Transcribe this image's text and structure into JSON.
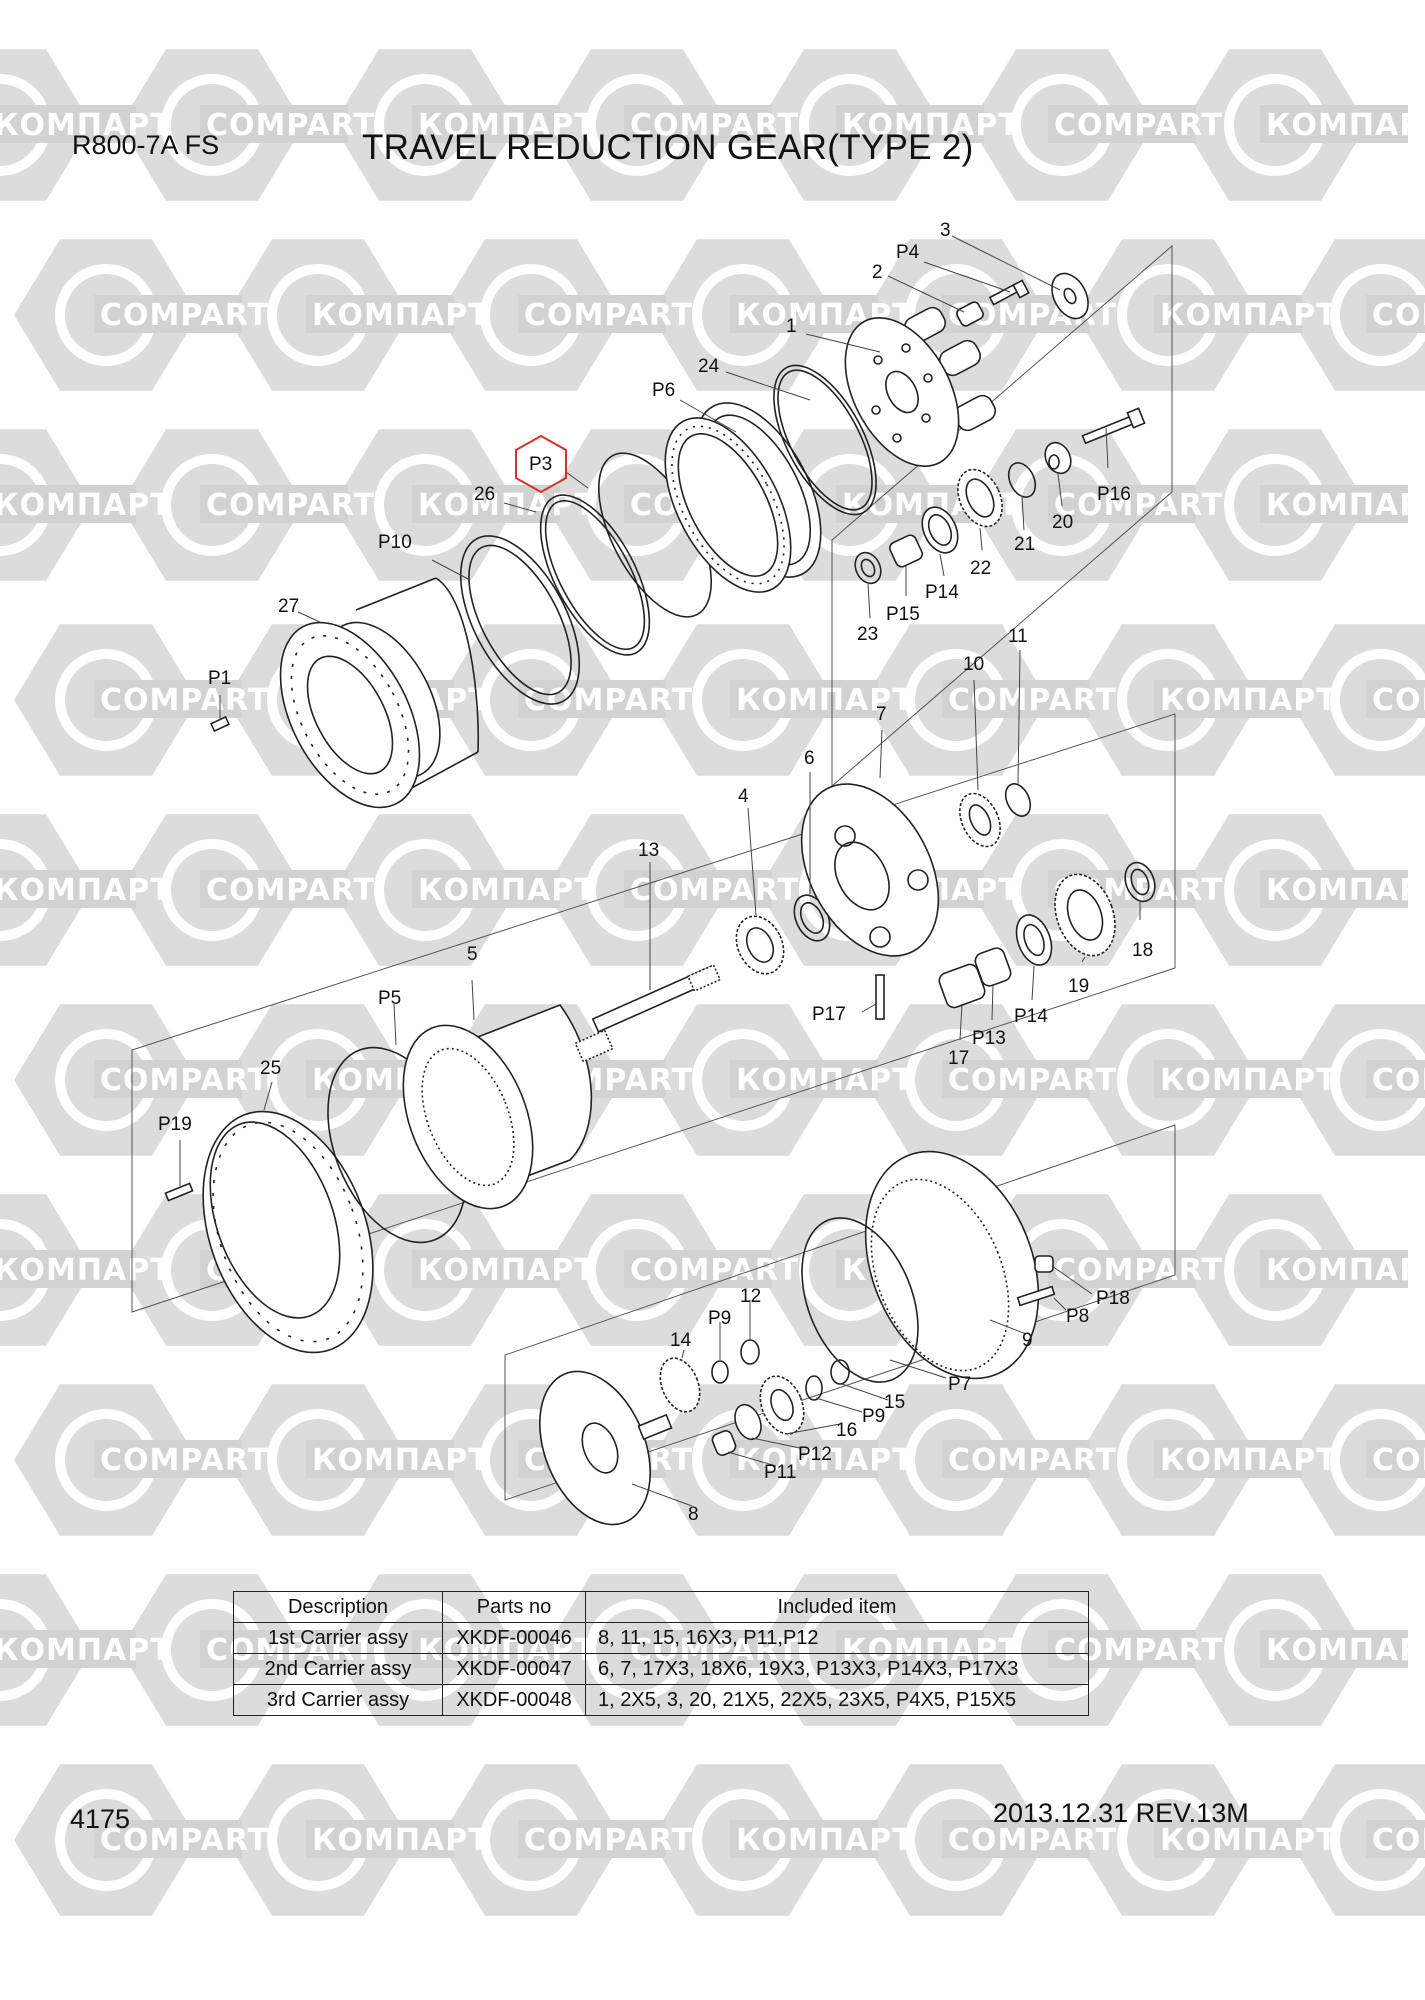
{
  "header": {
    "model": "R800-7A  FS",
    "title": "TRAVEL REDUCTION GEAR(TYPE 2)"
  },
  "footer": {
    "page": "4175",
    "revision": "2013.12.31  REV.13M"
  },
  "watermark": {
    "words": [
      "КОМПАРТ",
      "COMPART"
    ]
  },
  "callouts": {
    "c3": "3",
    "cP4": "P4",
    "c2": "2",
    "c1": "1",
    "c24": "24",
    "cP6": "P6",
    "cP3": "P3",
    "c26": "26",
    "cP10": "P10",
    "c27": "27",
    "cP1": "P1",
    "cP16": "P16",
    "c20": "20",
    "c21": "21",
    "c22": "22",
    "cP14a": "P14",
    "cP15": "P15",
    "c23": "23",
    "c10": "10",
    "c11": "11",
    "c7": "7",
    "c6": "6",
    "c4": "4",
    "c13": "13",
    "c18": "18",
    "c19": "19",
    "cP14b": "P14",
    "cP13": "P13",
    "c17": "17",
    "cP17": "P17",
    "c5": "5",
    "cP5": "P5",
    "c25": "25",
    "cP19": "P19",
    "cP18": "P18",
    "cP8": "P8",
    "c9": "9",
    "cP7": "P7",
    "c12": "12",
    "cP9a": "P9",
    "c14": "14",
    "c15": "15",
    "cP9b": "P9",
    "c16": "16",
    "cP12": "P12",
    "cP11": "P11",
    "c8": "8"
  },
  "table": {
    "headers": [
      "Description",
      "Parts no",
      "Included item"
    ],
    "rows": [
      [
        "1st Carrier assy",
        "XKDF-00046",
        "8, 11, 15, 16X3, P11,P12"
      ],
      [
        "2nd Carrier assy",
        "XKDF-00047",
        "6, 7, 17X3, 18X6, 19X3, P13X3, P14X3, P17X3"
      ],
      [
        "3rd Carrier assy",
        "XKDF-00048",
        "1, 2X5, 3, 20, 21X5, 22X5, 23X5, P4X5, P15X5"
      ]
    ]
  },
  "colors": {
    "highlight": "#d0342c",
    "watermark_shape": "#dcdcdc",
    "watermark_band": "#d2d2d2"
  }
}
